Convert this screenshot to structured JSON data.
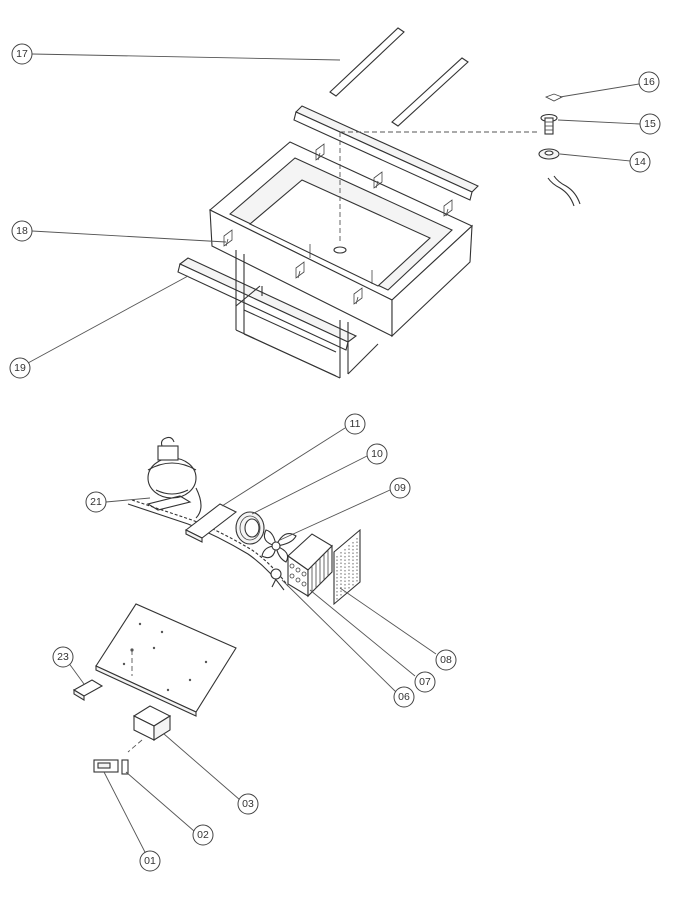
{
  "callouts": {
    "p17": "17",
    "p16": "16",
    "p15": "15",
    "p14": "14",
    "p18": "18",
    "p19": "19",
    "p11": "11",
    "p10": "10",
    "p09": "09",
    "p21": "21",
    "p08": "08",
    "p07": "07",
    "p06": "06",
    "p23": "23",
    "p03": "03",
    "p02": "02",
    "p01": "01"
  },
  "colors": {
    "line": "#333333",
    "background": "#ffffff"
  }
}
